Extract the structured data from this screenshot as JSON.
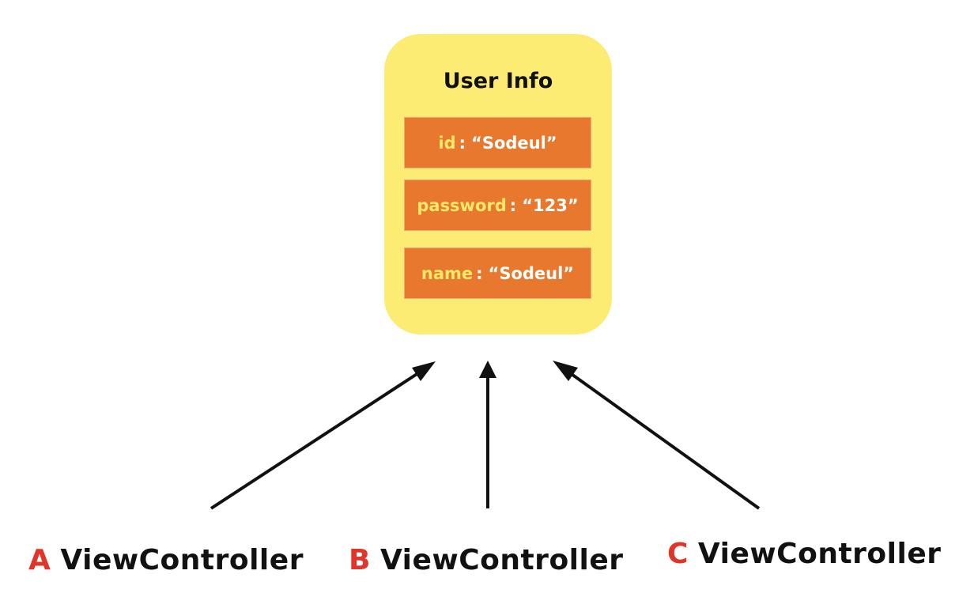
{
  "card": {
    "title": "User Info",
    "fields": [
      {
        "key": "id",
        "sep": ":",
        "value": "“Sodeul”"
      },
      {
        "key": "password",
        "sep": ":",
        "value": "“123”"
      },
      {
        "key": "name",
        "sep": ":",
        "value": "“Sodeul”"
      }
    ]
  },
  "controllers": [
    {
      "letter": "A",
      "label": "ViewController"
    },
    {
      "letter": "B",
      "label": "ViewController"
    },
    {
      "letter": "C",
      "label": "ViewController"
    }
  ],
  "colors": {
    "card_bg": "#fcec74",
    "field_bg": "#e8782d",
    "field_key": "#fbe96a",
    "controller_letter": "#e0362a",
    "arrow": "#111111"
  }
}
